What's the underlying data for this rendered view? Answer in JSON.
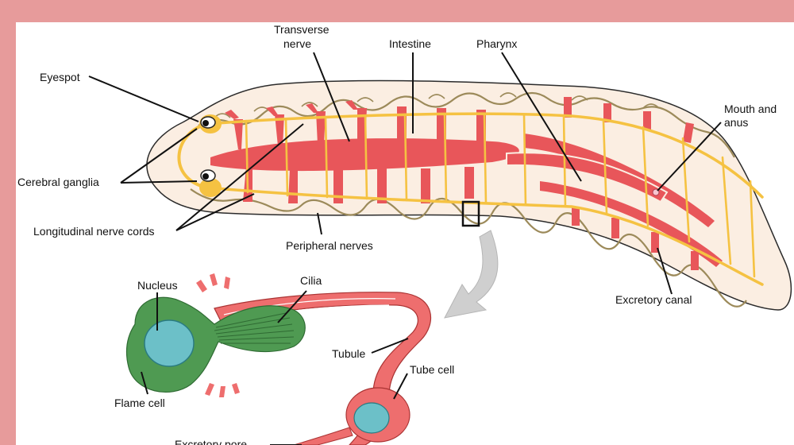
{
  "labels": {
    "transverse_nerve_1": "Transverse",
    "transverse_nerve_2": "nerve",
    "intestine": "Intestine",
    "pharynx": "Pharynx",
    "eyespot": "Eyespot",
    "cerebral_ganglia": "Cerebral ganglia",
    "longitudinal_nerve_cords": "Longitudinal nerve cords",
    "peripheral_nerves": "Peripheral nerves",
    "mouth_and_anus_1": "Mouth and",
    "mouth_and_anus_2": "anus",
    "excretory_canal": "Excretory canal",
    "nucleus": "Nucleus",
    "cilia": "Cilia",
    "tubule": "Tubule",
    "tube_cell": "Tube cell",
    "flame_cell": "Flame cell",
    "excretory_pore": "Excretory pore"
  },
  "colors": {
    "frame": "#e79b9b",
    "body_fill": "#fbeee2",
    "body_outline": "#2b2b2b",
    "intestine": "#e8565a",
    "nerve": "#f5c242",
    "peripheral_nerve": "#9c8a5a",
    "flame_cell": "#4f9a52",
    "flame_cell_light": "#8cc48d",
    "nucleus": "#6cc0c8",
    "tubule": "#e86466",
    "arrow": "#c9c9c9"
  }
}
